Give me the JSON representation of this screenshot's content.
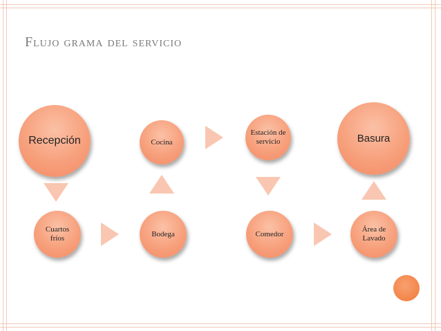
{
  "slide": {
    "title": "Flujo grama del servicio"
  },
  "nodes": {
    "recepcion": "Recepción",
    "cocina": "Cocina",
    "estacion": "Estación de servicio",
    "basura": "Basura",
    "cuartos_frios": "Cuartos fríos",
    "bodega": "Bodega",
    "comedor": "Comedor",
    "area_lavado": "Área de Lavado"
  },
  "colors": {
    "node_fill": "#f7a07c",
    "arrow_fill": "#f9c6b2",
    "accent_dot": "#f07a38",
    "border": "#f0c9b8",
    "title": "#7a7a7a"
  }
}
